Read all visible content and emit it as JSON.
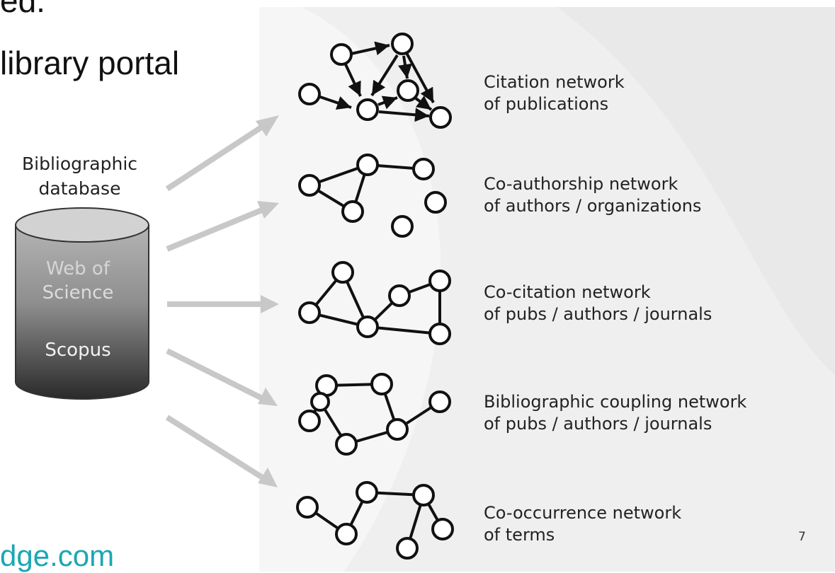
{
  "slide": {
    "fragment_top": "ed.",
    "fragment_portal": "library portal",
    "fragment_link": "dge.com",
    "page_number": "7"
  },
  "database": {
    "label_line1": "Bibliographic",
    "label_line2": "database",
    "sources_line1": "Web of",
    "sources_line2": "Science",
    "sources_line3": "Scopus"
  },
  "networks": [
    {
      "line1": "Citation network",
      "line2": "of publications"
    },
    {
      "line1": "Co-authorship network",
      "line2": "of authors / organizations"
    },
    {
      "line1": "Co-citation network",
      "line2": "of pubs / authors / journals"
    },
    {
      "line1": "Bibliographic coupling network",
      "line2": "of pubs / authors / journals"
    },
    {
      "line1": "Co-occurrence network",
      "line2": "of terms"
    }
  ],
  "colors": {
    "arrow": "#c8c8c8",
    "node_stroke": "#111111",
    "link_text": "#1aa7b5",
    "background_panel": "#f2f2f2"
  }
}
